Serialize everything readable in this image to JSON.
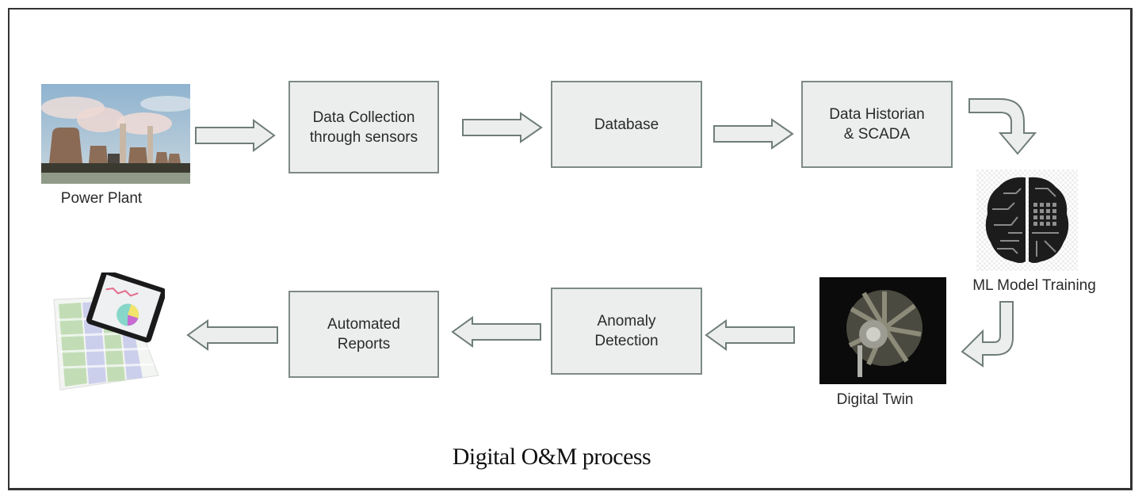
{
  "diagram": {
    "caption": "Digital O&M process",
    "nodes": [
      {
        "id": "power-plant",
        "kind": "image",
        "label": "Power Plant"
      },
      {
        "id": "data-collection",
        "kind": "box",
        "label": "Data Collection\nthrough sensors"
      },
      {
        "id": "database",
        "kind": "box",
        "label": "Database"
      },
      {
        "id": "data-historian",
        "kind": "box",
        "label": "Data Historian\n& SCADA"
      },
      {
        "id": "ml-model-training",
        "kind": "image",
        "label": "ML Model Training"
      },
      {
        "id": "digital-twin",
        "kind": "image",
        "label": "Digital Twin"
      },
      {
        "id": "anomaly-detection",
        "kind": "box",
        "label": "Anomaly\nDetection"
      },
      {
        "id": "automated-reports",
        "kind": "box",
        "label": "Automated\nReports"
      },
      {
        "id": "reports-output",
        "kind": "image",
        "label": ""
      }
    ],
    "edges": [
      {
        "from": "power-plant",
        "to": "data-collection",
        "direction": "right"
      },
      {
        "from": "data-collection",
        "to": "database",
        "direction": "right"
      },
      {
        "from": "database",
        "to": "data-historian",
        "direction": "right"
      },
      {
        "from": "data-historian",
        "to": "ml-model-training",
        "direction": "right-then-down"
      },
      {
        "from": "ml-model-training",
        "to": "digital-twin",
        "direction": "down-then-left"
      },
      {
        "from": "digital-twin",
        "to": "anomaly-detection",
        "direction": "left"
      },
      {
        "from": "anomaly-detection",
        "to": "automated-reports",
        "direction": "left"
      },
      {
        "from": "automated-reports",
        "to": "reports-output",
        "direction": "left"
      }
    ],
    "icons": {
      "power_plant": "power-plant-photo",
      "ml_model": "circuit-brain-image",
      "digital_twin": "radial-engine-photo",
      "reports": "tablet-with-charts-image"
    },
    "colors": {
      "box_fill": "#eceeed",
      "box_border": "#7d8a86",
      "arrow_stroke": "#6f7d79",
      "frame": "#333333"
    }
  }
}
